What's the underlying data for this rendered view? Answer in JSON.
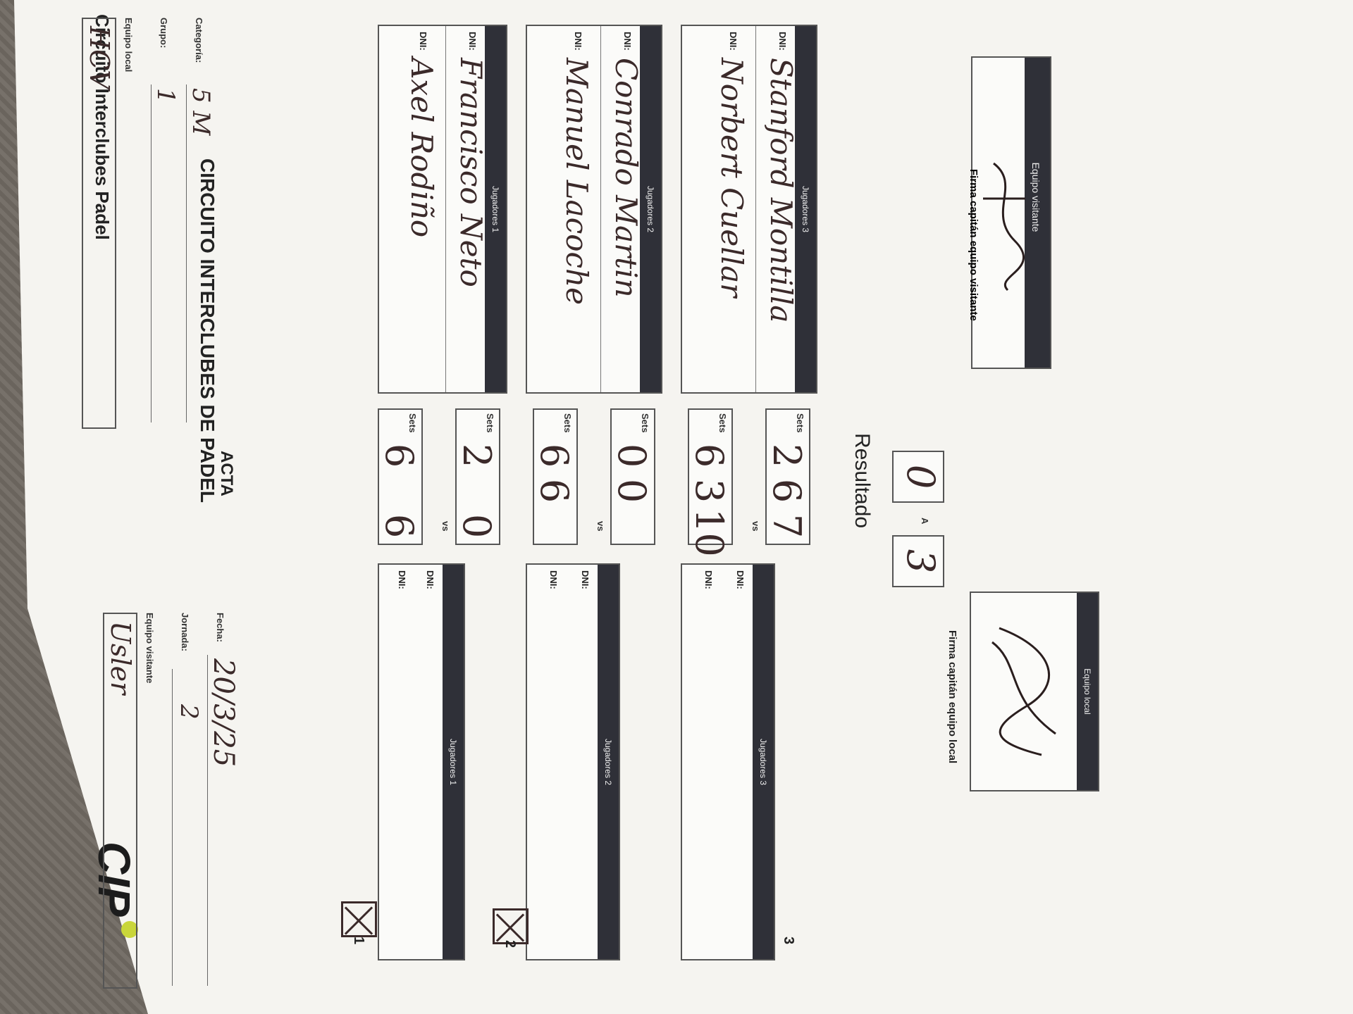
{
  "header": {
    "circuit_name": "Circuito Interclubes Padel",
    "main_title": "CIRCUITO INTERCLUBES DE PADEL",
    "subtitle": "ACTA",
    "logo_text": "CIP"
  },
  "fields": {
    "categoria_label": "Categoría:",
    "categoria_value": "5 M",
    "grupo_label": "Grupo:",
    "grupo_value": "1",
    "fecha_label": "Fecha:",
    "fecha_value": "20/3/25",
    "jornada_label": "Jornada:",
    "jornada_value": "2",
    "equipo_local_label": "Equipo local",
    "equipo_local_value": "HCV",
    "equipo_visitante_label": "Equipo visitante",
    "equipo_visitante_value": "Usler"
  },
  "labels": {
    "sets": "Sets",
    "vs": "vs",
    "dni": "DNI:",
    "jugadores_1": "Jugadores 1",
    "jugadores_2": "Jugadores 2",
    "jugadores_3": "Jugadores 3",
    "resultado": "Resultado",
    "resultado_a": "A",
    "equipo_local": "Equipo local",
    "equipo_visitante": "Equipo visitante",
    "firma_local": "Firma capitán equipo local",
    "firma_visitante": "Firma capitán equipo visitante"
  },
  "matches": [
    {
      "number": "1",
      "local_players": [
        "Francisco Neto",
        "Axel Rodiño"
      ],
      "local_sets": [
        "2",
        "",
        "0"
      ],
      "visitor_sets": [
        "6",
        "",
        "6"
      ],
      "visitor_number": "1"
    },
    {
      "number": "2",
      "local_players": [
        "Conrado Martin",
        "Manuel Lacoche"
      ],
      "local_sets": [
        "0",
        "0",
        ""
      ],
      "visitor_sets": [
        "6",
        "6",
        ""
      ],
      "visitor_number": "2"
    },
    {
      "number": "3",
      "local_players": [
        "Stanford Montilla",
        "Norbert Cuellar"
      ],
      "local_sets": [
        "2",
        "6",
        "7"
      ],
      "visitor_sets": [
        "6",
        "3",
        "10"
      ],
      "visitor_number": "3"
    }
  ],
  "result": {
    "local": "0",
    "visitor": "3"
  }
}
